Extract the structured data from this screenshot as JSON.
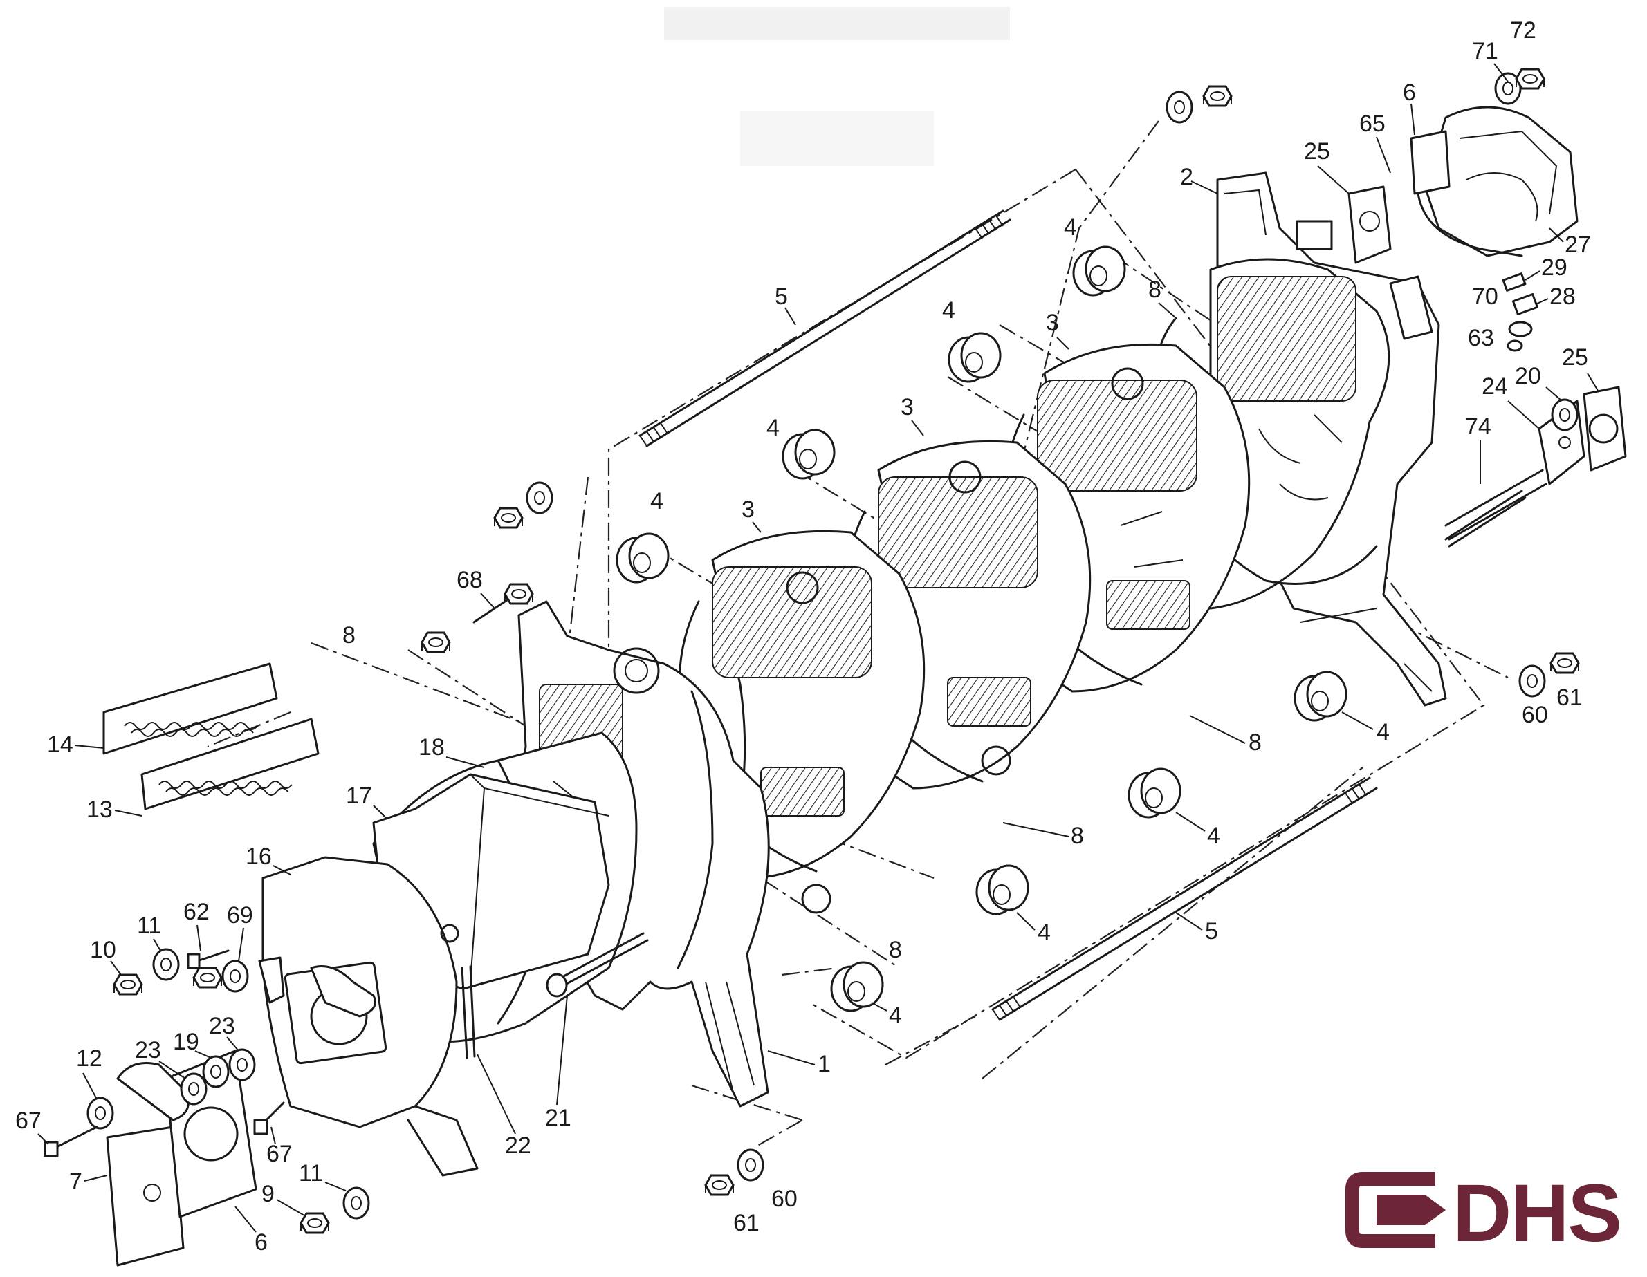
{
  "logo": {
    "text": "DHS",
    "color": "#6d2638"
  },
  "callouts": [
    {
      "id": "c72",
      "text": "72"
    },
    {
      "id": "c71",
      "text": "71"
    },
    {
      "id": "c6a",
      "text": "6"
    },
    {
      "id": "c65",
      "text": "65"
    },
    {
      "id": "c25a",
      "text": "25"
    },
    {
      "id": "c2",
      "text": "2"
    },
    {
      "id": "c27",
      "text": "27"
    },
    {
      "id": "c29",
      "text": "29"
    },
    {
      "id": "c70",
      "text": "70"
    },
    {
      "id": "c28",
      "text": "28"
    },
    {
      "id": "c63",
      "text": "63"
    },
    {
      "id": "c20",
      "text": "20"
    },
    {
      "id": "c25b",
      "text": "25"
    },
    {
      "id": "c24",
      "text": "24"
    },
    {
      "id": "c74",
      "text": "74"
    },
    {
      "id": "c5a",
      "text": "5"
    },
    {
      "id": "c4a",
      "text": "4"
    },
    {
      "id": "c8a",
      "text": "8"
    },
    {
      "id": "c4b",
      "text": "4"
    },
    {
      "id": "c3a",
      "text": "3"
    },
    {
      "id": "c3b",
      "text": "3"
    },
    {
      "id": "c4c",
      "text": "4"
    },
    {
      "id": "c3c",
      "text": "3"
    },
    {
      "id": "c4d",
      "text": "4"
    },
    {
      "id": "c68",
      "text": "68"
    },
    {
      "id": "c8b",
      "text": "8"
    },
    {
      "id": "c14",
      "text": "14"
    },
    {
      "id": "c13",
      "text": "13"
    },
    {
      "id": "c18",
      "text": "18"
    },
    {
      "id": "c17",
      "text": "17"
    },
    {
      "id": "c16",
      "text": "16"
    },
    {
      "id": "c62",
      "text": "62"
    },
    {
      "id": "c69",
      "text": "69"
    },
    {
      "id": "c11a",
      "text": "11"
    },
    {
      "id": "c10",
      "text": "10"
    },
    {
      "id": "c23a",
      "text": "23"
    },
    {
      "id": "c23b",
      "text": "23"
    },
    {
      "id": "c19",
      "text": "19"
    },
    {
      "id": "c12",
      "text": "12"
    },
    {
      "id": "c67a",
      "text": "67"
    },
    {
      "id": "c67b",
      "text": "67"
    },
    {
      "id": "c7",
      "text": "7"
    },
    {
      "id": "c9",
      "text": "9"
    },
    {
      "id": "c11b",
      "text": "11"
    },
    {
      "id": "c6b",
      "text": "6"
    },
    {
      "id": "c22",
      "text": "22"
    },
    {
      "id": "c21",
      "text": "21"
    },
    {
      "id": "c1",
      "text": "1"
    },
    {
      "id": "c60a",
      "text": "60"
    },
    {
      "id": "c61a",
      "text": "61"
    },
    {
      "id": "c8c",
      "text": "8"
    },
    {
      "id": "c4e",
      "text": "4"
    },
    {
      "id": "c4f",
      "text": "4"
    },
    {
      "id": "c8d",
      "text": "8"
    },
    {
      "id": "c4g",
      "text": "4"
    },
    {
      "id": "c8e",
      "text": "8"
    },
    {
      "id": "c4h",
      "text": "4"
    },
    {
      "id": "c5b",
      "text": "5"
    },
    {
      "id": "c60b",
      "text": "60"
    },
    {
      "id": "c61b",
      "text": "61"
    }
  ]
}
